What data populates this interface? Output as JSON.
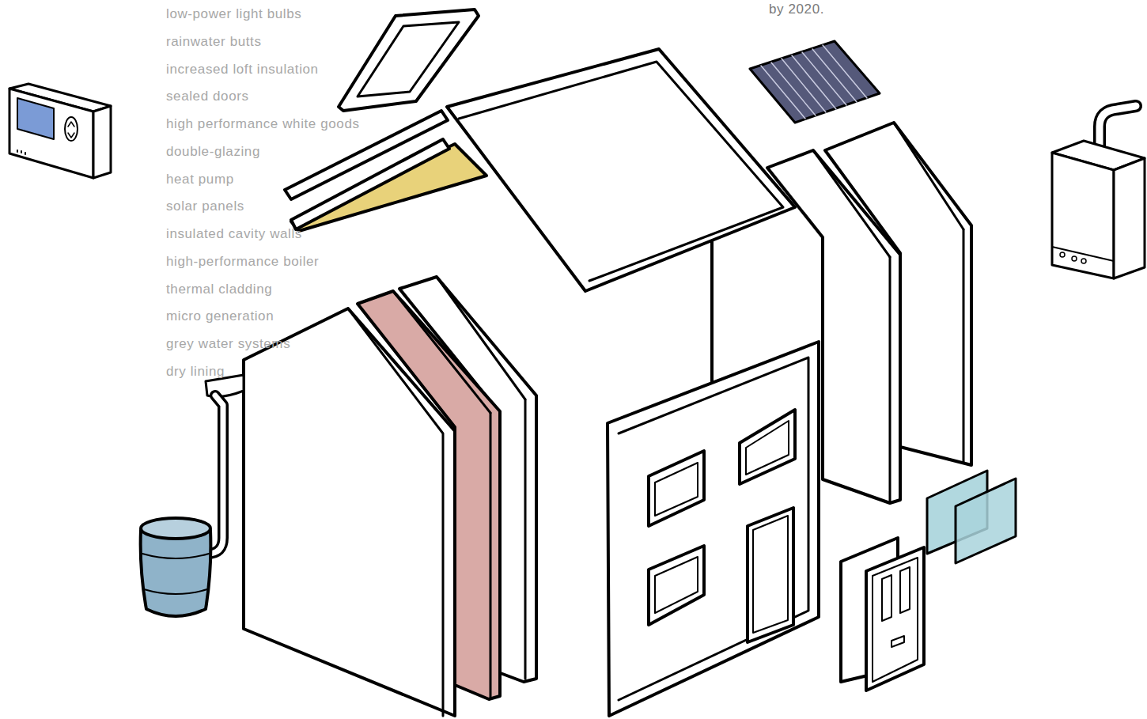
{
  "diagram": {
    "labels": [
      "low-power light bulbs",
      "rainwater butts",
      "increased loft insulation",
      "sealed doors",
      "high performance white goods",
      "double-glazing",
      "heat pump",
      "solar panels",
      "insulated cavity walls",
      "high-performance boiler",
      "thermal cladding",
      "micro generation",
      "grey water systems",
      "dry lining",
      "by 2020."
    ]
  }
}
